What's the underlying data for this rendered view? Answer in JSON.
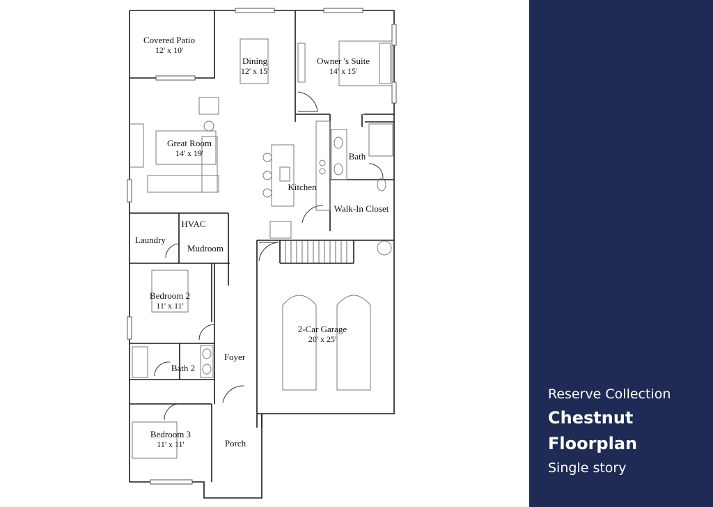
{
  "floorplan": {
    "rooms": [
      {
        "id": "covered-patio",
        "name": "Covered Patio",
        "dims": "12' x 10'"
      },
      {
        "id": "dining",
        "name": "Dining",
        "dims": "12' x 15'"
      },
      {
        "id": "owners-suite",
        "name": "Owner 's Suite",
        "dims": "14' x 15'"
      },
      {
        "id": "great-room",
        "name": "Great Room",
        "dims": "14' x 19'"
      },
      {
        "id": "bath",
        "name": "Bath",
        "dims": ""
      },
      {
        "id": "kitchen",
        "name": "Kitchen",
        "dims": ""
      },
      {
        "id": "walk-in-closet",
        "name": "Walk-In Closet",
        "dims": ""
      },
      {
        "id": "hvac",
        "name": "HVAC",
        "dims": ""
      },
      {
        "id": "laundry",
        "name": "Laundry",
        "dims": ""
      },
      {
        "id": "mudroom",
        "name": "Mudroom",
        "dims": ""
      },
      {
        "id": "bedroom-2",
        "name": "Bedroom 2",
        "dims": "11' x 11'"
      },
      {
        "id": "garage",
        "name": "2-Car Garage",
        "dims": "20' x 25'"
      },
      {
        "id": "foyer",
        "name": "Foyer",
        "dims": ""
      },
      {
        "id": "bath-2",
        "name": "Bath 2",
        "dims": ""
      },
      {
        "id": "bedroom-3",
        "name": "Bedroom 3",
        "dims": "11' x 11'"
      },
      {
        "id": "porch",
        "name": "Porch",
        "dims": ""
      }
    ]
  },
  "panel": {
    "collection": "Reserve Collection",
    "name_line1": "Chestnut",
    "name_line2": "Floorplan",
    "subtitle": "Single story",
    "background": "#1f2a55"
  }
}
